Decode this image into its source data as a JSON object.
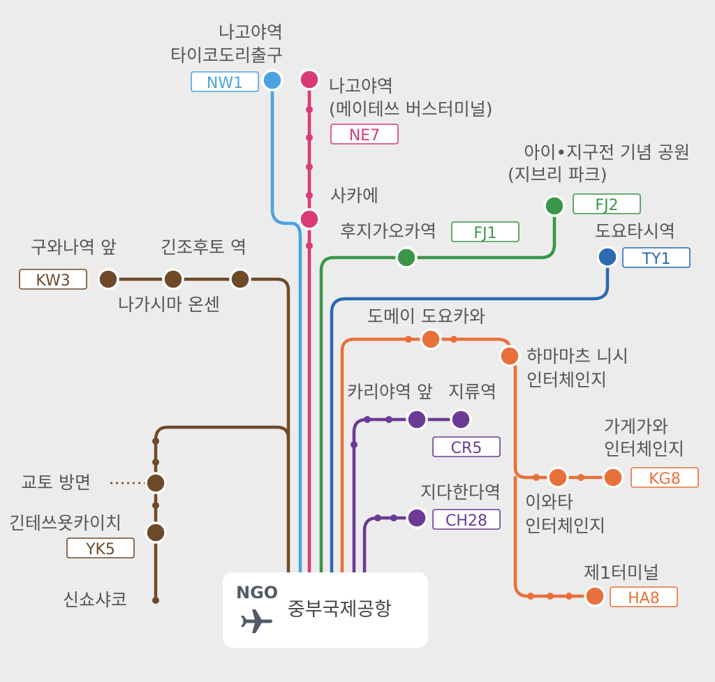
{
  "colors": {
    "background": "#ececec",
    "nw_light_blue": "#4aa3df",
    "ne_magenta": "#d93a78",
    "fj_green": "#3a9648",
    "ty_blue": "#2c6ab2",
    "orange": "#e8703a",
    "purple": "#6a3a94",
    "brown": "#6e4a2a",
    "label_gray": "#555555"
  },
  "airport": {
    "code": "NGO",
    "name": "중부국제공항",
    "icon": "airplane-icon"
  },
  "stations": {
    "nagoya_taiko": {
      "name_line1": "나고야역",
      "name_line2": "타이코도리출구",
      "code": "NW1"
    },
    "nagoya_meitetsu": {
      "name_line1": "나고야역",
      "name_line2": "(메이테쓰 버스터미널)",
      "code": "NE7"
    },
    "sakae": {
      "name": "사카에"
    },
    "fujigaoka": {
      "name": "후지가오카역",
      "code": "FJ1"
    },
    "expo": {
      "name_line1": "아이•지구전 기념 공원",
      "name_line2": "(지브리 파크)",
      "code": "FJ2"
    },
    "toyotashi": {
      "name": "도요타시역",
      "code": "TY1"
    },
    "kuwana": {
      "name": "구와나역 앞",
      "code": "KW3"
    },
    "nagashima": {
      "name": "나가시마 온센"
    },
    "kinshohoto": {
      "name": "긴조후토 역"
    },
    "domei_toyokawa": {
      "name": "도메이 도요카와"
    },
    "hamamatsu_nishi": {
      "name_line1": "하마마츠 니시",
      "name_line2": "인터체인지"
    },
    "kariya": {
      "name": "카리야역 앞"
    },
    "chiryu": {
      "name": "지류역",
      "code": "CR5"
    },
    "chitahanda": {
      "name": "지다한다역",
      "code": "CH28"
    },
    "kakegawa": {
      "name_line1": "가게가와",
      "name_line2": "인터체인지",
      "code": "KG8"
    },
    "iwata": {
      "name_line1": "이와타",
      "name_line2": "인터체인지"
    },
    "terminal1": {
      "name": "제1터미널",
      "code": "HA8"
    },
    "kyoto": {
      "name": "교토 방면"
    },
    "yokkaichi": {
      "name": "긴테쓰욧카이치",
      "code": "YK5"
    },
    "shinshoshako": {
      "name": "신쇼샤코"
    }
  }
}
